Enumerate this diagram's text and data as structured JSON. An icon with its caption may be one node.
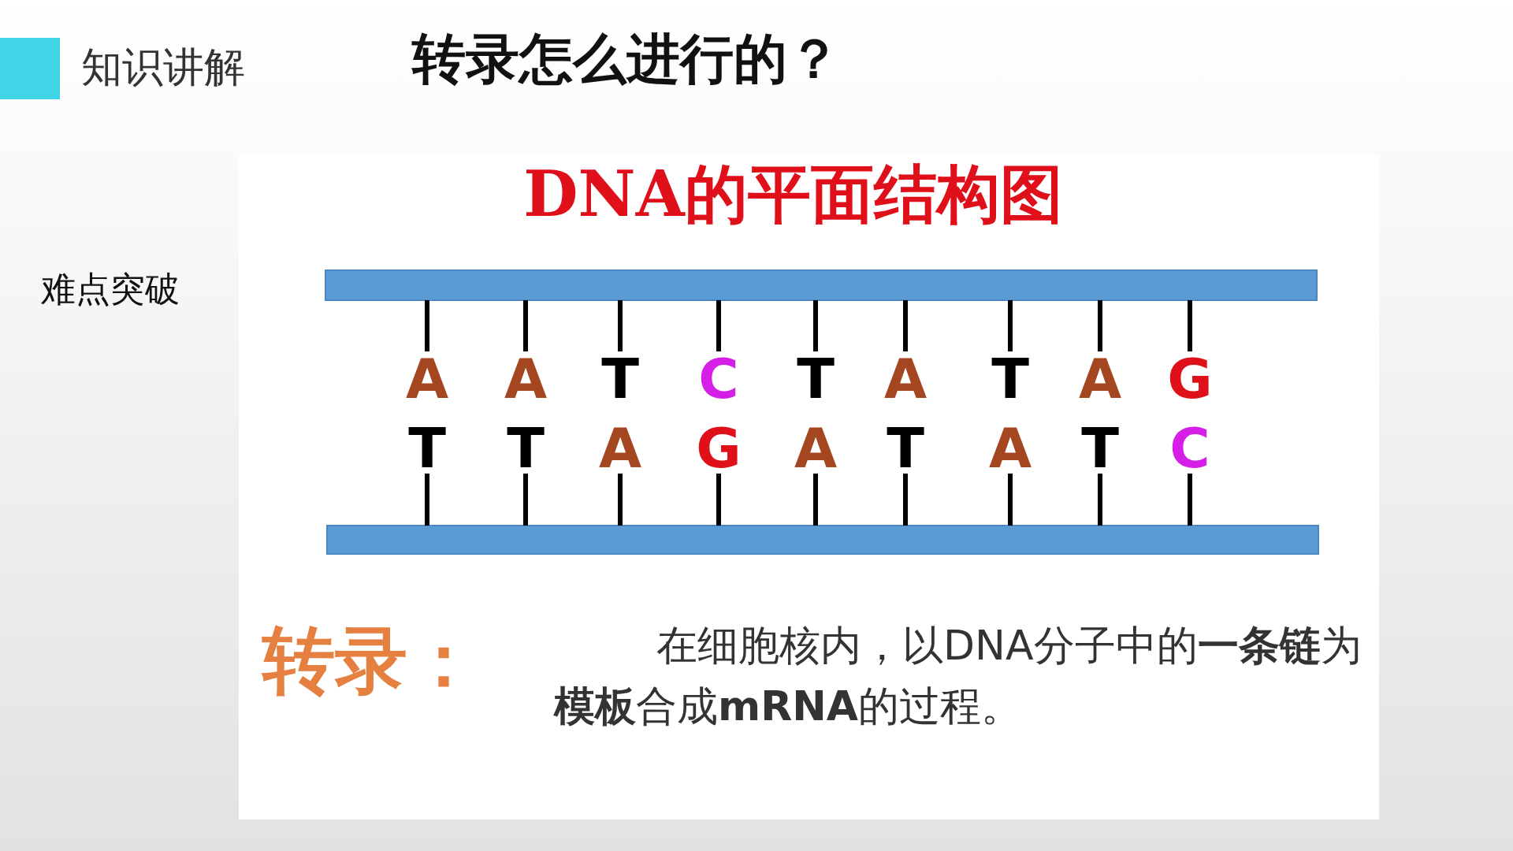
{
  "diagram": {
    "title": "转录怎么进行的？",
    "labels": [
      "知识讲解",
      "难点突破",
      "DNA的平面结构图",
      "A",
      "A",
      "T",
      "C",
      "T",
      "A",
      "T",
      "A",
      "G",
      "T",
      "T",
      "A",
      "G",
      "A",
      "T",
      "A",
      "T",
      "C",
      "转录：",
      "在细胞核内，以DNA分子中的**一条链**为**模板**合成**mRNA**的过程。"
    ]
  }
}
